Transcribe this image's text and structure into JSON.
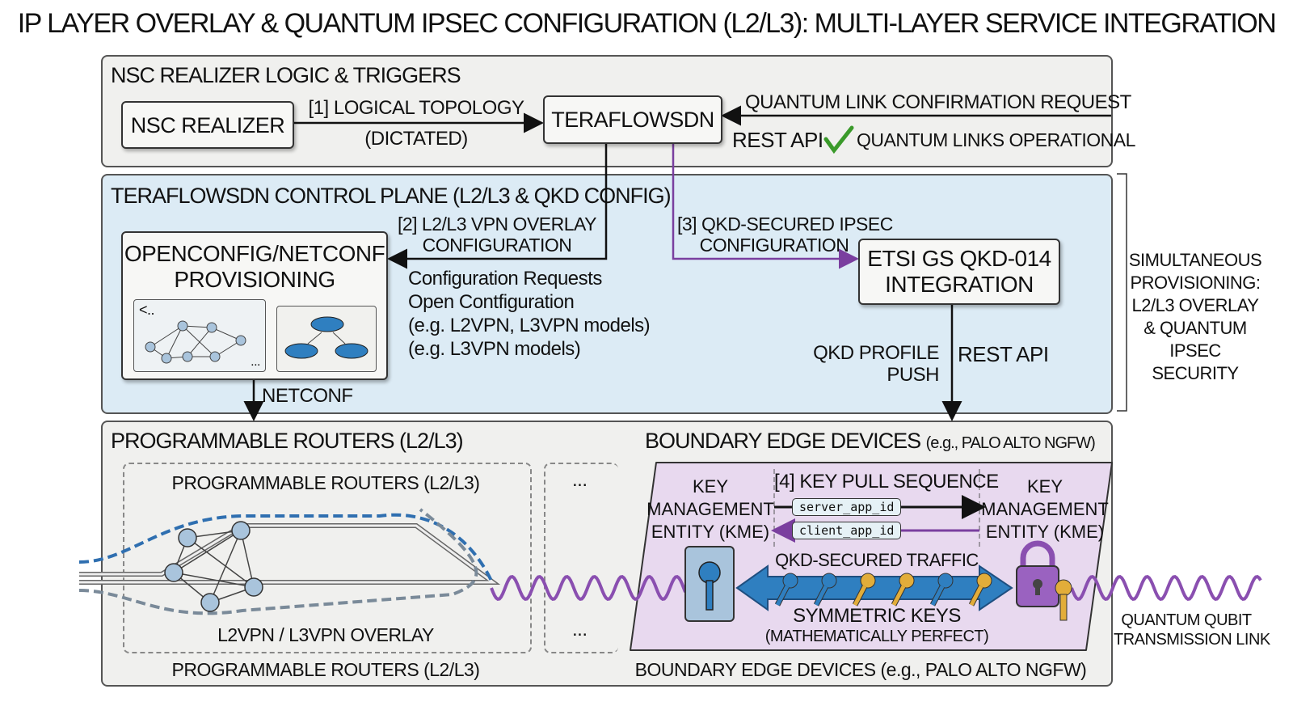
{
  "title": "IP LAYER OVERLAY & QUANTUM IPSEC CONFIGURATION (L2/L3): MULTI-LAYER SERVICE INTEGRATION",
  "panel_nsc": {
    "heading": "NSC REALIZER LOGIC & TRIGGERS",
    "nsc_realizer": "NSC REALIZER",
    "step1_line1": "[1] LOGICAL TOPOLOGY",
    "step1_line2": "(DICTATED)",
    "teraflowsdn": "TERAFLOWSDN",
    "quantum_request": "QUANTUM LINK CONFIRMATION REQUEST",
    "rest_api": "REST API",
    "quantum_ok": "QUANTUM LINKS OPERATIONAL"
  },
  "panel_control": {
    "heading": "TERAFLOWSDN CONTROL PLANE (L2/L3 & QKD CONFIG)",
    "step2_line1": "[2] L2/L3 VPN OVERLAY",
    "step2_line2": "CONFIGURATION",
    "openconfig_line1": "OPENCONFIG/NETCONF",
    "openconfig_line2": "PROVISIONING",
    "code_prompt": "<..",
    "code_ellipsis": "...",
    "config_notes": [
      "Configuration Requests",
      "Open Contfiguration",
      "(e.g. L2VPN, L3VPN models)",
      "(e.g. L3VPN models)"
    ],
    "step3_line1": "[3] QKD-SECURED IPSEC",
    "step3_line2": "CONFIGURATION",
    "etsi_line1": "ETSI GS QKD-014",
    "etsi_line2": "INTEGRATION",
    "qkd_push_line1": "QKD PROFILE",
    "qkd_push_line2": "PUSH",
    "rest_api": "REST API",
    "netconf": "NETCONF"
  },
  "side_note": [
    "SIMULTANEOUS",
    "PROVISIONING:",
    "L2/L3 OVERLAY",
    "& QUANTUM",
    "IPSEC SECURITY"
  ],
  "panel_data": {
    "heading_left": "PROGRAMMABLE ROUTERS (L2/L3)",
    "heading_right": "BOUNDARY EDGE DEVICES",
    "heading_right_suffix": "(e.g., PALO ALTO NGFW)",
    "routers_inner_top": "PROGRAMMABLE ROUTERS (L2/L3)",
    "overlay_label": "L2VPN / L3VPN OVERLAY",
    "routers_bottom": "PROGRAMMABLE ROUTERS (L2/L3)",
    "ellipsis": "...",
    "kme_left": [
      "KEY",
      "MANAGEMENT",
      "ENTITY (KME)"
    ],
    "kme_right": [
      "KEY",
      "MANAGEMENT",
      "ENTITY (KME)"
    ],
    "step4": "[4] KEY PULL SEQUENCE",
    "server_app_id": "server_app_id",
    "client_app_id": "client_app_id",
    "traffic": "QKD-SECURED TRAFFIC",
    "keys_line1": "SYMMETRIC KEYS",
    "keys_line2": "(MATHEMATICALLY PERFECT)",
    "edge_bottom": "BOUNDARY EDGE DEVICES (e.g., PALO ALTO NGFW)",
    "qubit_line1": "QUANTUM QUBIT",
    "qubit_line2": "TRANSMISSION LINK"
  },
  "colors": {
    "control_plane_bg": "#dcebf5",
    "panel_bg": "#f0f0ee",
    "kme_bg": "#e8d9ef",
    "quantum_purple": "#8a4fb0",
    "overlay_blue": "#2f6fb0",
    "check_green": "#3a9a2a",
    "key_gold": "#e2ad3a"
  }
}
